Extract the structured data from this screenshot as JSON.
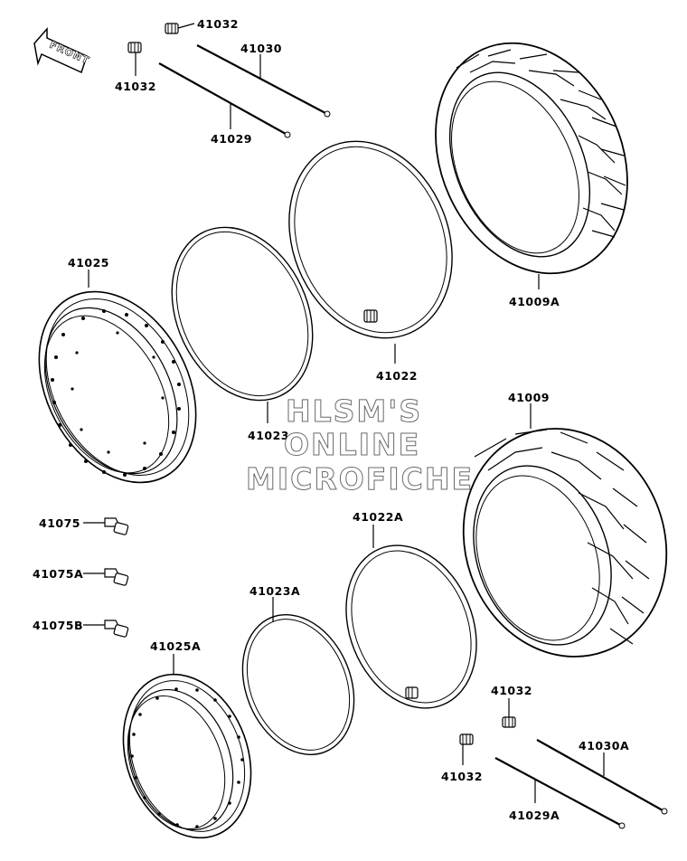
{
  "front_label": "FRONT",
  "watermark": {
    "line1": "HLSM'S",
    "line2": "ONLINE",
    "line3": "MICROFICHE"
  },
  "parts": {
    "valve_cap_top": "41032",
    "valve_cap_left": "41032",
    "spoke_upper": "41030",
    "spoke_lower": "41029",
    "front_tire": "41009A",
    "front_tube": "41022",
    "front_rim_band": "41023",
    "front_rim": "41025",
    "rear_tire": "41009",
    "rear_tube": "41022A",
    "rear_rim_band": "41023A",
    "rear_rim": "41025A",
    "nipple": "41075",
    "nipple_a": "41075A",
    "nipple_b": "41075B",
    "valve_cap_right_top": "41032",
    "valve_cap_right_bottom": "41032",
    "spoke_rear_upper": "41030A",
    "spoke_rear_lower": "41029A"
  }
}
